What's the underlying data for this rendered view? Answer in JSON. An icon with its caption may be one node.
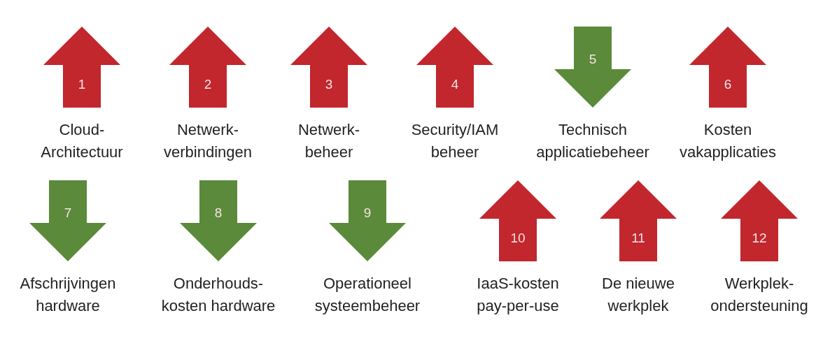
{
  "diagram": {
    "nodes": [
      {
        "text": [
          "1"
        ],
        "beside": [
          "Cloud- Architectuur"
        ]
      },
      {
        "text": [
          "2"
        ],
        "beside": [
          "Netwerk- verbindingen"
        ]
      },
      {
        "text": [
          "3"
        ],
        "beside": [
          "Netwerk- beheer"
        ]
      },
      {
        "text": [
          "4"
        ],
        "beside": [
          "Security/IAM beheer"
        ]
      },
      {
        "text": [
          "5"
        ],
        "beside": [
          "Technisch applicatiebeheer"
        ]
      },
      {
        "text": [
          "6"
        ],
        "beside": [
          "Kosten vakapplicaties"
        ]
      },
      {
        "text": [
          "7"
        ],
        "beside": [
          "Afschrijvingen hardware"
        ]
      },
      {
        "text": [
          "8"
        ],
        "beside": [
          "Onderhouds- kosten hardware"
        ]
      },
      {
        "text": [
          "9"
        ],
        "beside": [
          "Operationeel systeembeheer"
        ]
      },
      {
        "text": [
          "10"
        ],
        "beside": [
          "IaaS-kosten pay-per-use"
        ]
      },
      {
        "text": [
          "11"
        ],
        "beside": [
          "De nieuwe werkplek"
        ]
      },
      {
        "text": [
          "12"
        ],
        "beside": [
          "Werkplek- ondersteuning"
        ]
      }
    ],
    "edges": []
  }
}
